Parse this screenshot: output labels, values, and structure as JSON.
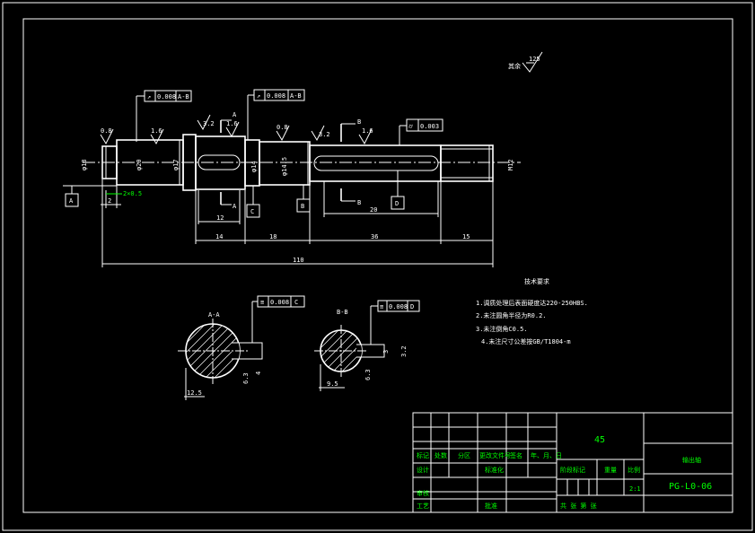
{
  "roughness_general": "125",
  "roughness_general_prefix": "其余",
  "tolerances": {
    "runout_1": {
      "value": "0.008",
      "datum": "A-B"
    },
    "runout_2": {
      "value": "0.008",
      "datum": "A-B"
    },
    "runout_3": {
      "value": "0.003"
    },
    "sym_aa": {
      "value": "0.008",
      "datum": "C"
    },
    "sym_bb": {
      "value": "0.008",
      "datum": "D"
    }
  },
  "datums": [
    "A",
    "B",
    "C",
    "D"
  ],
  "roughness": [
    "0.8",
    "1.6",
    "1.6",
    "0.8",
    "3.2",
    "1.6",
    "3.2",
    "1.6"
  ],
  "dims": {
    "d_left": "φ18",
    "d_left2": "φ20",
    "d_mid": "φ17",
    "d_collar": "φ14",
    "d_seat": "φ14.5",
    "d_thread": "M12",
    "key1_len": "12",
    "key2_len": "20",
    "chamfer": "2×0.5",
    "step": "2",
    "l1": "14",
    "l2": "18",
    "l3": "36",
    "l4": "15",
    "total": "110",
    "sec_a_w": "12.5",
    "sec_a_d": "4",
    "sec_a_r": "6.3",
    "sec_b_w": "9.5",
    "sec_b_d": "3",
    "sec_b_r": "6.3",
    "sec_b_h": "3.2"
  },
  "labels": {
    "section_a_arrow": "A",
    "section_b_arrow": "B",
    "section_a_title": "A-A",
    "section_b_title": "B-B"
  },
  "tech": {
    "title": "技术要求",
    "items": [
      "1.调质处理后表面硬度达220-250HBS.",
      "2.未注圆角半径为R0.2.",
      "3.未注倒角C0.5.",
      "4.未注尺寸公差按GB/T1804-m"
    ]
  },
  "title_block": {
    "material": "45",
    "part_name": "输出轴",
    "drawing_no": "PG-L0-06",
    "scale": "2:1",
    "row_labels": [
      "标记",
      "处数",
      "分区",
      "更改文件号",
      "签名",
      "年、月、日"
    ],
    "design": "设计",
    "standard": "标准化",
    "review": "审核",
    "process": "工艺",
    "approve": "批准",
    "stage": "阶段标记",
    "weight": "重量",
    "ratio": "比例",
    "sheets": "共 张 第 张"
  }
}
